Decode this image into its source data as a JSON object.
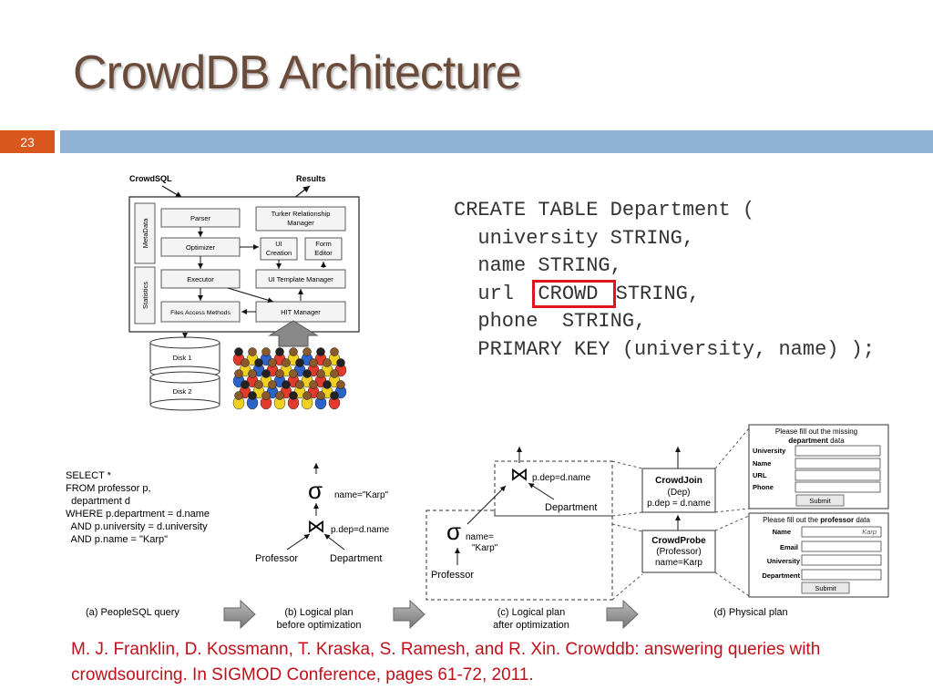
{
  "title": "CrowdDB  Architecture",
  "slide_number": "23",
  "arch": {
    "crowdsql": "CrowdSQL",
    "results": "Results",
    "metadata": "MetaData",
    "statistics": "Statistics",
    "parser": "Parser",
    "optimizer": "Optimizer",
    "executor": "Executor",
    "files_access": "Files Access Methods",
    "turker_1": "Turker Relationship",
    "turker_2": "Manager",
    "ui_creation_1": "UI",
    "ui_creation_2": "Creation",
    "form_editor_1": "Form",
    "form_editor_2": "Editor",
    "ui_template": "UI Template Manager",
    "hit_manager": "HIT Manager",
    "disk1": "Disk 1",
    "disk2": "Disk 2"
  },
  "sql": {
    "line1": "CREATE TABLE Department (",
    "line2": "  university STRING,",
    "line3": "  name STRING,",
    "line4_pre": "  url  ",
    "line4_crowd": "CROWD ",
    "line4_post": "STRING,",
    "line5": "  phone  STRING,",
    "line6": "  PRIMARY KEY (university, name) );"
  },
  "query": {
    "lines": [
      "SELECT *",
      "FROM professor p,",
      "  department d",
      "WHERE p.department = d.name",
      "  AND p.university = d.university",
      "  AND p.name = \"Karp\""
    ],
    "caption": "(a) PeopleSQL query"
  },
  "plan_b": {
    "sigma": "σ",
    "sigma_cond": "name=\"Karp\"",
    "join": "⋈",
    "join_cond": "p.dep=d.name",
    "professor": "Professor",
    "department": "Department",
    "caption1": "(b) Logical plan",
    "caption2": "before optimization"
  },
  "plan_c": {
    "join_cond": "p.dep=d.name",
    "department": "Department",
    "sigma_cond1": "name=",
    "sigma_cond2": "\"Karp\"",
    "professor": "Professor",
    "caption1": "(c) Logical plan",
    "caption2": "after optimization"
  },
  "plan_d": {
    "crowdjoin": "CrowdJoin",
    "crowdjoin_sub1": "(Dep)",
    "crowdjoin_sub2": "p.dep = d.name",
    "crowdprobe": "CrowdProbe",
    "crowdprobe_sub1": "(Professor)",
    "crowdprobe_sub2": "name=Karp",
    "caption": "(d) Physical plan"
  },
  "form1": {
    "heading1": "Please fill out the missing",
    "heading2_bold": "department",
    "heading2_rest": " data",
    "fields": [
      "University",
      "Name",
      "URL",
      "Phone"
    ],
    "submit": "Submit"
  },
  "form2": {
    "heading_pre": "Please fill out the ",
    "heading_bold": "professor",
    "heading_post": " data",
    "fields": [
      "Name",
      "Email",
      "University",
      "Department"
    ],
    "name_value": "Karp",
    "submit": "Submit"
  },
  "citation": "M. J. Franklin, D. Kossmann, T. Kraska, S. Ramesh, and R. Xin. Crowddb: answering queries with crowdsourcing. In SIGMOD Conference, pages 61-72, 2011."
}
